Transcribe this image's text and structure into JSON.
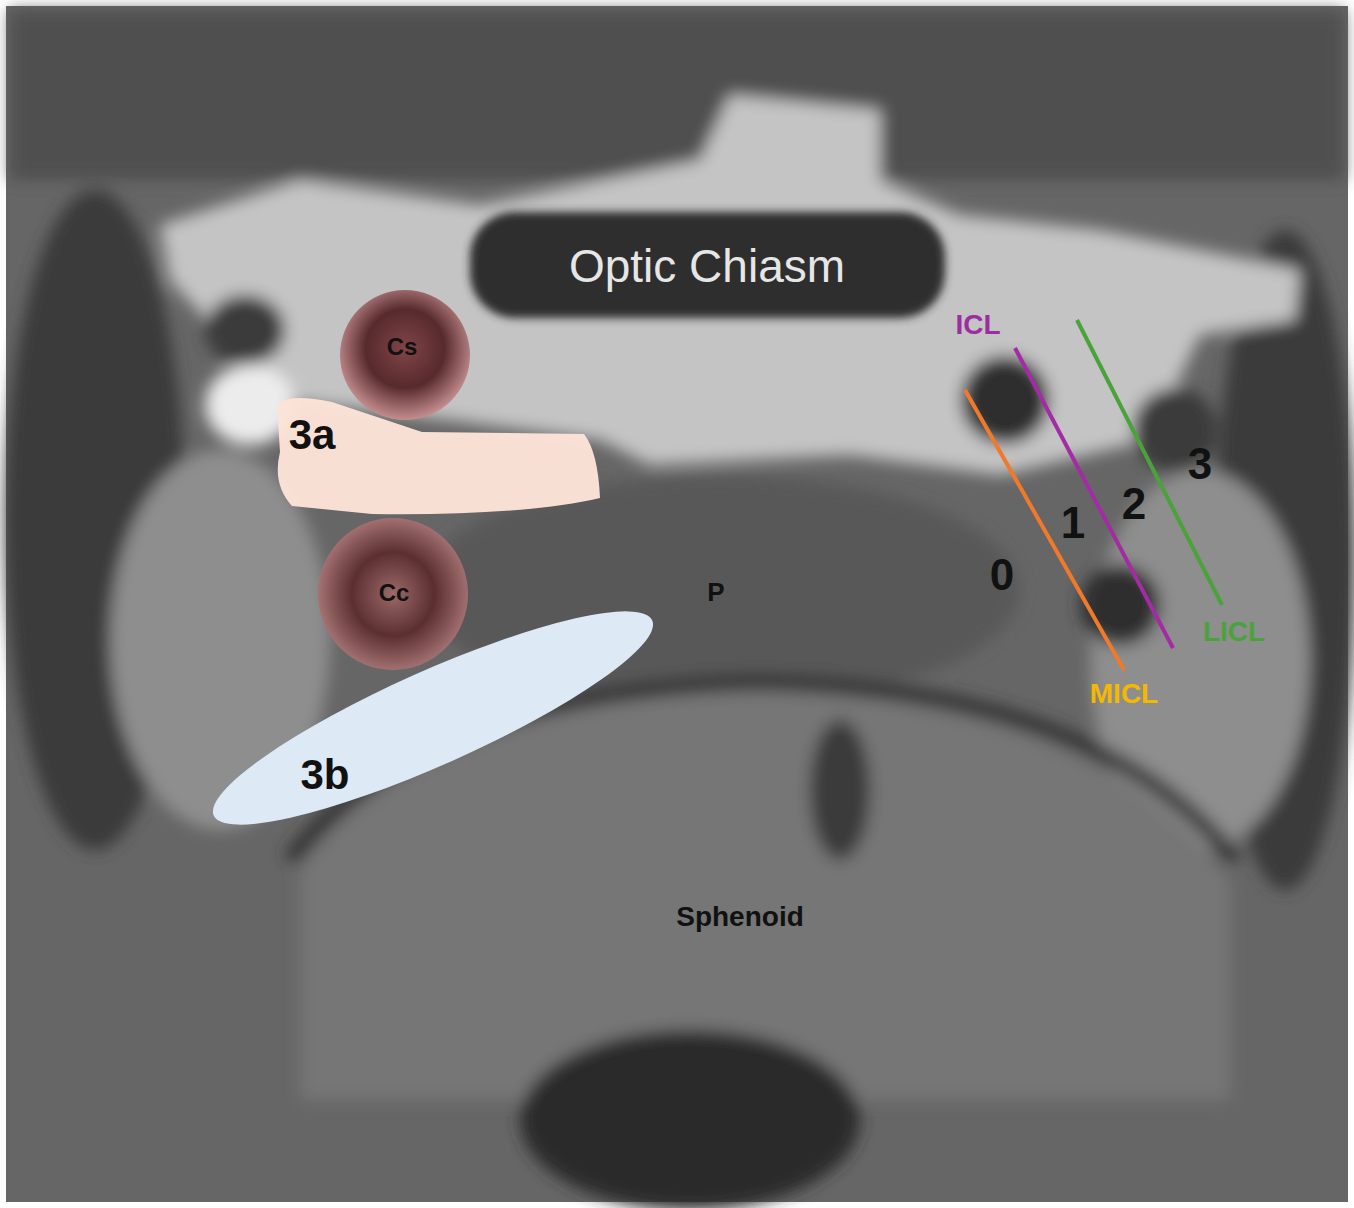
{
  "diagram": {
    "nodes": [
      {
        "text": [
          "Optic Chiasm"
        ]
      },
      {
        "text": [
          "Cs"
        ]
      },
      {
        "text": [
          "3a"
        ]
      },
      {
        "text": [
          "Cc"
        ]
      },
      {
        "text": [
          "3b"
        ]
      }
    ],
    "labels": [
      "P",
      "Sphenoid",
      "ICL",
      "0",
      "1",
      "2",
      "3",
      "LICL",
      "MICL"
    ]
  }
}
